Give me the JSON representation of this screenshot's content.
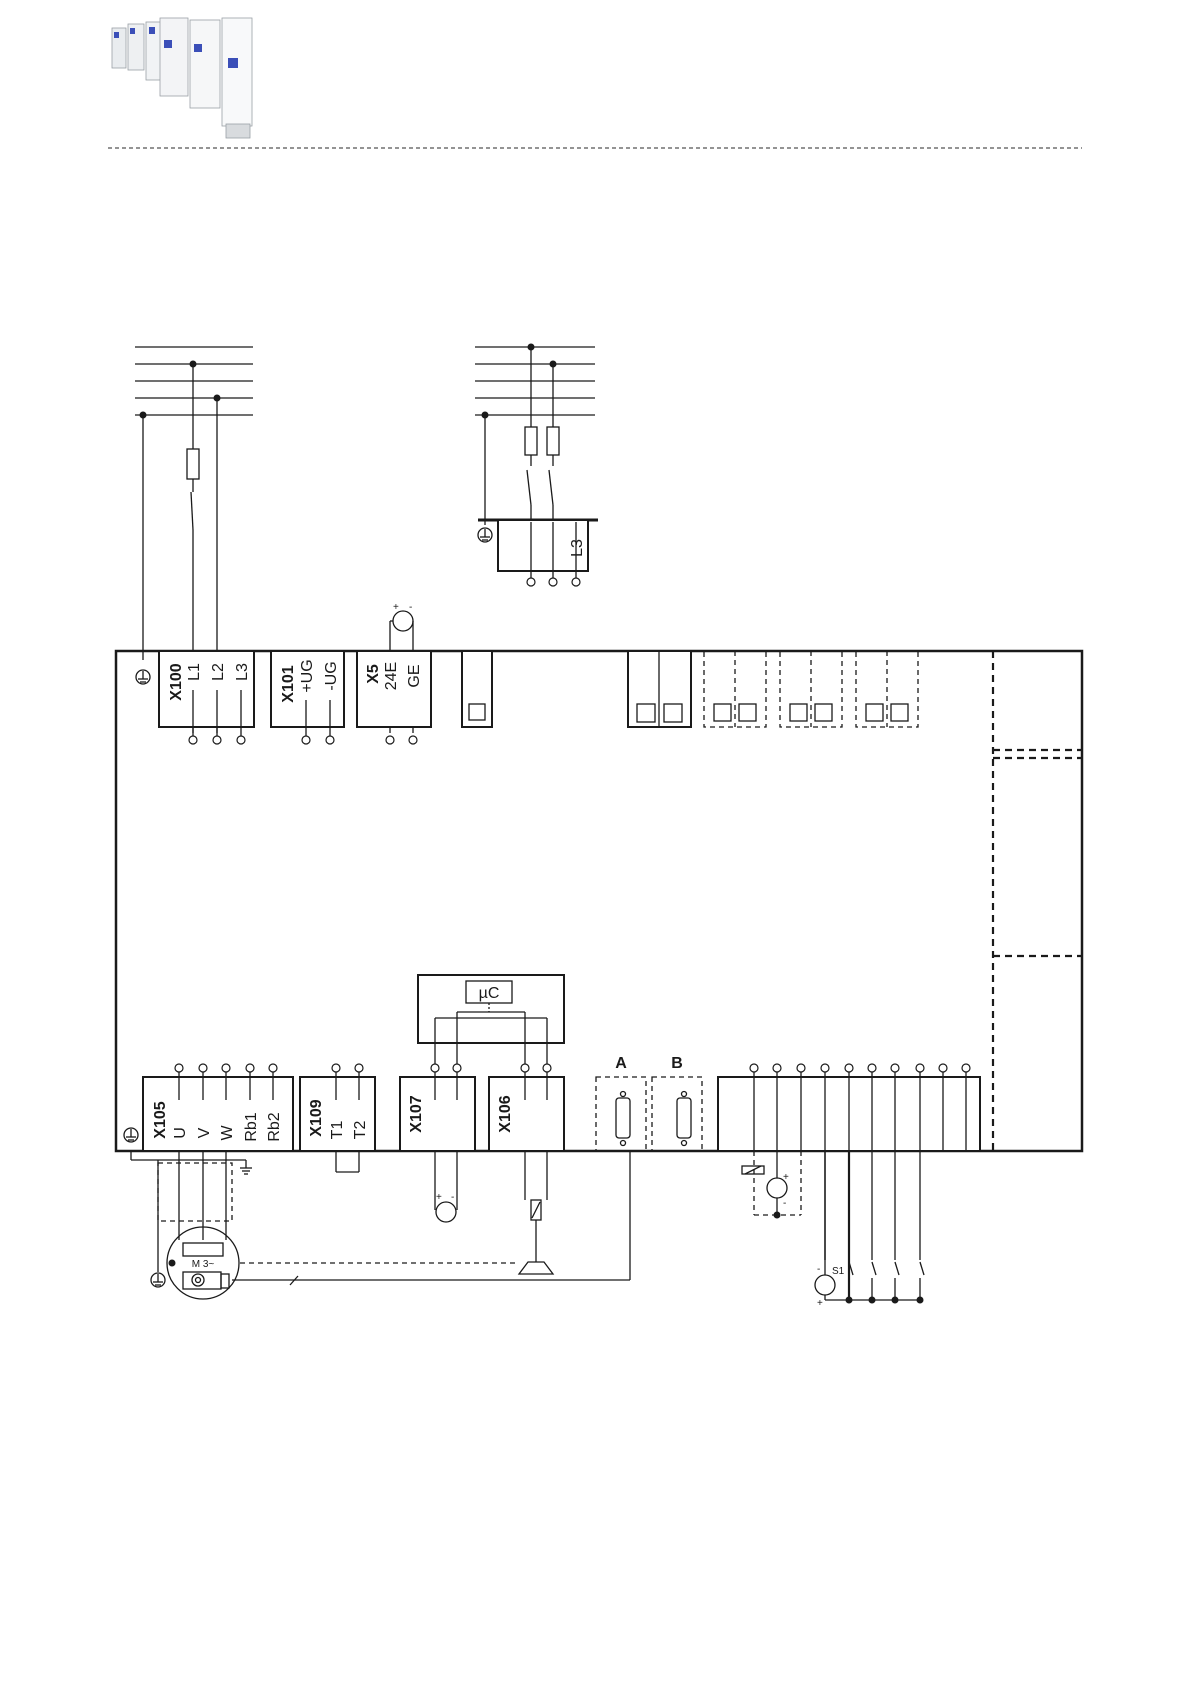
{
  "header": {
    "product_image": "inverter-product-photo"
  },
  "labels": {
    "x100": {
      "id": "X100",
      "t1": "L1",
      "t2": "L2",
      "t3": "L3"
    },
    "x101": {
      "id": "X101",
      "t1": "+UG",
      "t2": "-UG"
    },
    "x5": {
      "id": "X5",
      "t1": "24E",
      "t2": "GE"
    },
    "x105": {
      "id": "X105",
      "t1": "U",
      "t2": "V",
      "t3": "W",
      "t4": "Rb1",
      "t5": "Rb2"
    },
    "x109": {
      "id": "X109",
      "t1": "T1",
      "t2": "T2"
    },
    "x107": {
      "id": "X107"
    },
    "x106": {
      "id": "X106"
    },
    "uc": "µC",
    "conn_a": "A",
    "conn_b": "B",
    "motor": "M 3~",
    "switch": "S1",
    "aux_l3": "L3"
  },
  "colors": {
    "line": "#1a1a1a",
    "background": "#ffffff"
  }
}
